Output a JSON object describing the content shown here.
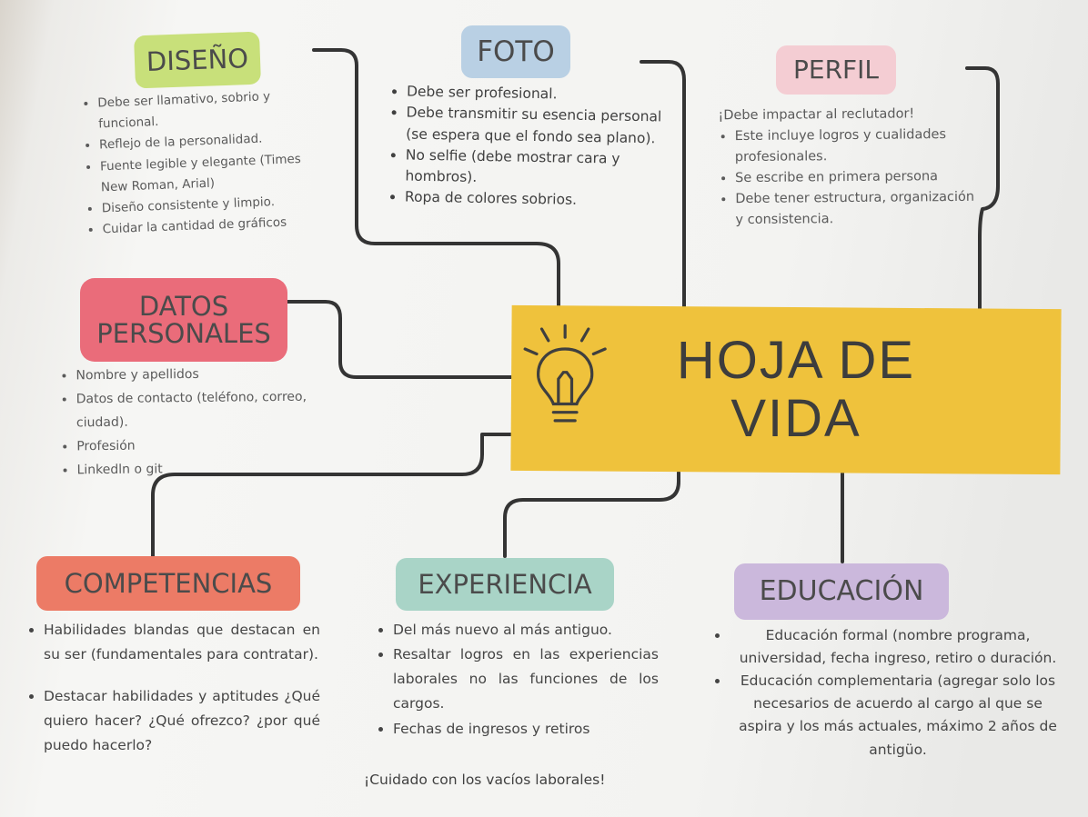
{
  "center": {
    "line1": "HOJA DE",
    "line2": "VIDA"
  },
  "diseno": {
    "label": "DISEÑO",
    "items": [
      "Debe ser llamativo, sobrio y funcional.",
      "Reflejo de la personalidad.",
      "Fuente legible y elegante (Times New Roman, Arial)",
      "Diseño consistente y limpio.",
      "Cuidar la cantidad de gráficos"
    ]
  },
  "foto": {
    "label": "FOTO",
    "items": [
      "Debe ser profesional.",
      "Debe transmitir su esencia personal (se espera que el fondo sea plano).",
      "No selfie (debe mostrar cara y hombros).",
      "Ropa de colores sobrios."
    ]
  },
  "perfil": {
    "label": "PERFIL",
    "intro": "¡Debe impactar al reclutador!",
    "items": [
      "Este incluye logros y cualidades profesionales.",
      "Se escribe en primera persona",
      "Debe tener estructura, organización y consistencia."
    ]
  },
  "datos": {
    "label_line1": "DATOS",
    "label_line2": "PERSONALES",
    "items": [
      "Nombre y apellidos",
      "Datos de contacto (teléfono, correo, ciudad).",
      "Profesión",
      "Linkedln o git"
    ]
  },
  "competencias": {
    "label": "COMPETENCIAS",
    "items": [
      "Habilidades blandas que destacan en su ser (fundamentales para contratar).",
      "Destacar habilidades y aptitudes ¿Qué quiero hacer? ¿Qué ofrezco? ¿por qué puedo hacerlo?"
    ]
  },
  "experiencia": {
    "label": "EXPERIENCIA",
    "items": [
      "Del más nuevo al más antiguo.",
      "Resaltar logros en las experiencias laborales no las funciones de los cargos.",
      "Fechas de ingresos y retiros"
    ],
    "note": "¡Cuidado con los vacíos laborales!"
  },
  "educacion": {
    "label": "EDUCACIÓN",
    "items": [
      "Educación formal (nombre programa, universidad, fecha ingreso, retiro o duración.",
      "Educación complementaria (agregar solo los necesarios de acuerdo al cargo al que se aspira y los más actuales, máximo 2 años de antigüo."
    ]
  },
  "colors": {
    "diseno": "#c8e07a",
    "foto": "#b9d0e4",
    "perfil": "#f4cdd3",
    "datos": "#ea6c7a",
    "competencias": "#ec7b66",
    "experiencia": "#a9d4c7",
    "educacion": "#cbb8dc",
    "center": "#efc23c",
    "connector": "#333333"
  },
  "icon": "lightbulb-icon"
}
